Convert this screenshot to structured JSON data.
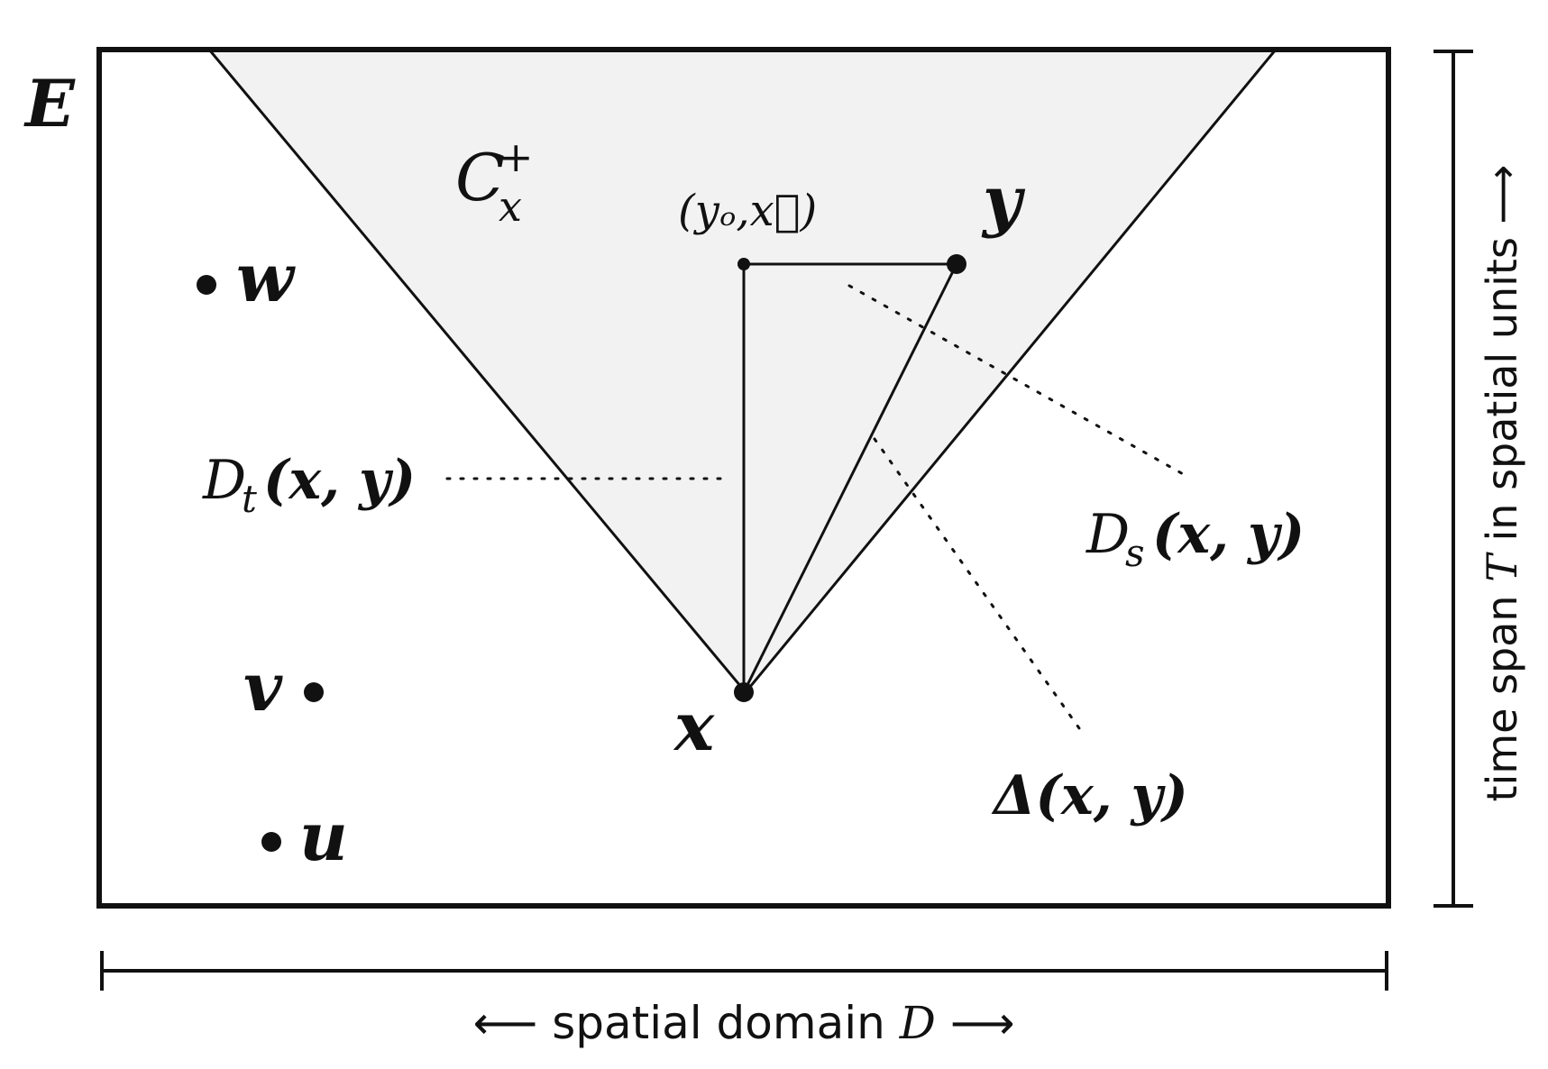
{
  "space_label": "E",
  "cone_label": {
    "main": "C",
    "sup": "+",
    "sub": "x"
  },
  "projection_label": "(yₒ,x⃗)",
  "points": {
    "x": "x",
    "y": "y",
    "u": "u",
    "v": "v",
    "w": "w"
  },
  "distance_labels": {
    "temporal": {
      "main": "D",
      "sub": "t",
      "args": "(x, y)"
    },
    "spatial": {
      "main": "D",
      "sub": "s",
      "args": "(x, y)"
    },
    "interval": "Δ(x, y)"
  },
  "axes": {
    "spatial": {
      "left_arrow": "⟵",
      "text": "spatial domain ",
      "symbol": "D",
      "right_arrow": "⟶"
    },
    "time": {
      "text": "time span ",
      "symbol": "T",
      "rest": " in spatial units ",
      "arrow": "⟶"
    }
  },
  "colors": {
    "cone_fill": "#f2f2f2",
    "ink": "#111111",
    "background": "#ffffff"
  }
}
